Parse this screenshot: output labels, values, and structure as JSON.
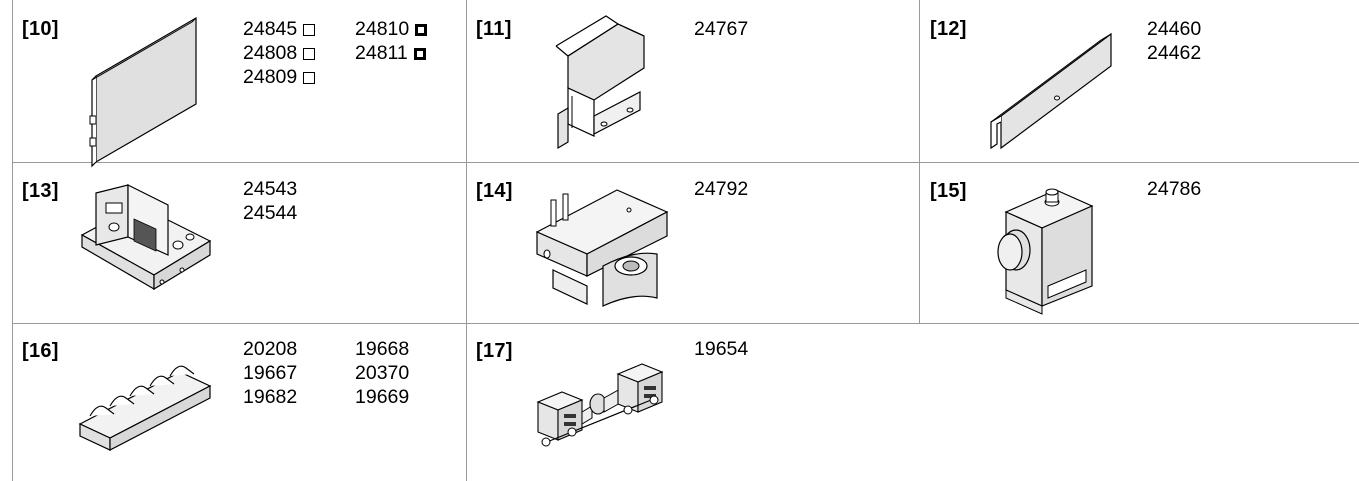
{
  "cells": [
    {
      "index": "[10]",
      "codes": [
        {
          "code": "24845",
          "marker": "open"
        },
        {
          "code": "24808",
          "marker": "open"
        },
        {
          "code": "24809",
          "marker": "open"
        },
        {
          "code": "24810",
          "marker": "filled"
        },
        {
          "code": "24811",
          "marker": "filled"
        }
      ],
      "illustration": "flat-plate-profile-icon"
    },
    {
      "index": "[11]",
      "codes": [
        "24767"
      ],
      "illustration": "aluminium-extrusion-profile-icon"
    },
    {
      "index": "[12]",
      "codes": [
        "24460",
        "24462"
      ],
      "illustration": "slotted-strip-profile-icon"
    },
    {
      "index": "[13]",
      "codes": [
        "24543",
        "24544"
      ],
      "illustration": "mounting-bracket-icon"
    },
    {
      "index": "[14]",
      "codes": [
        "24792"
      ],
      "illustration": "drive-housing-icon"
    },
    {
      "index": "[15]",
      "codes": [
        "24786"
      ],
      "illustration": "end-cap-block-icon"
    },
    {
      "index": "[16]",
      "codes": [
        "20208",
        "19667",
        "19682",
        "19668",
        "20370",
        "19669"
      ],
      "illustration": "toothed-rack-icon"
    },
    {
      "index": "[17]",
      "codes": [
        "19654"
      ],
      "illustration": "coupling-assembly-icon"
    }
  ]
}
